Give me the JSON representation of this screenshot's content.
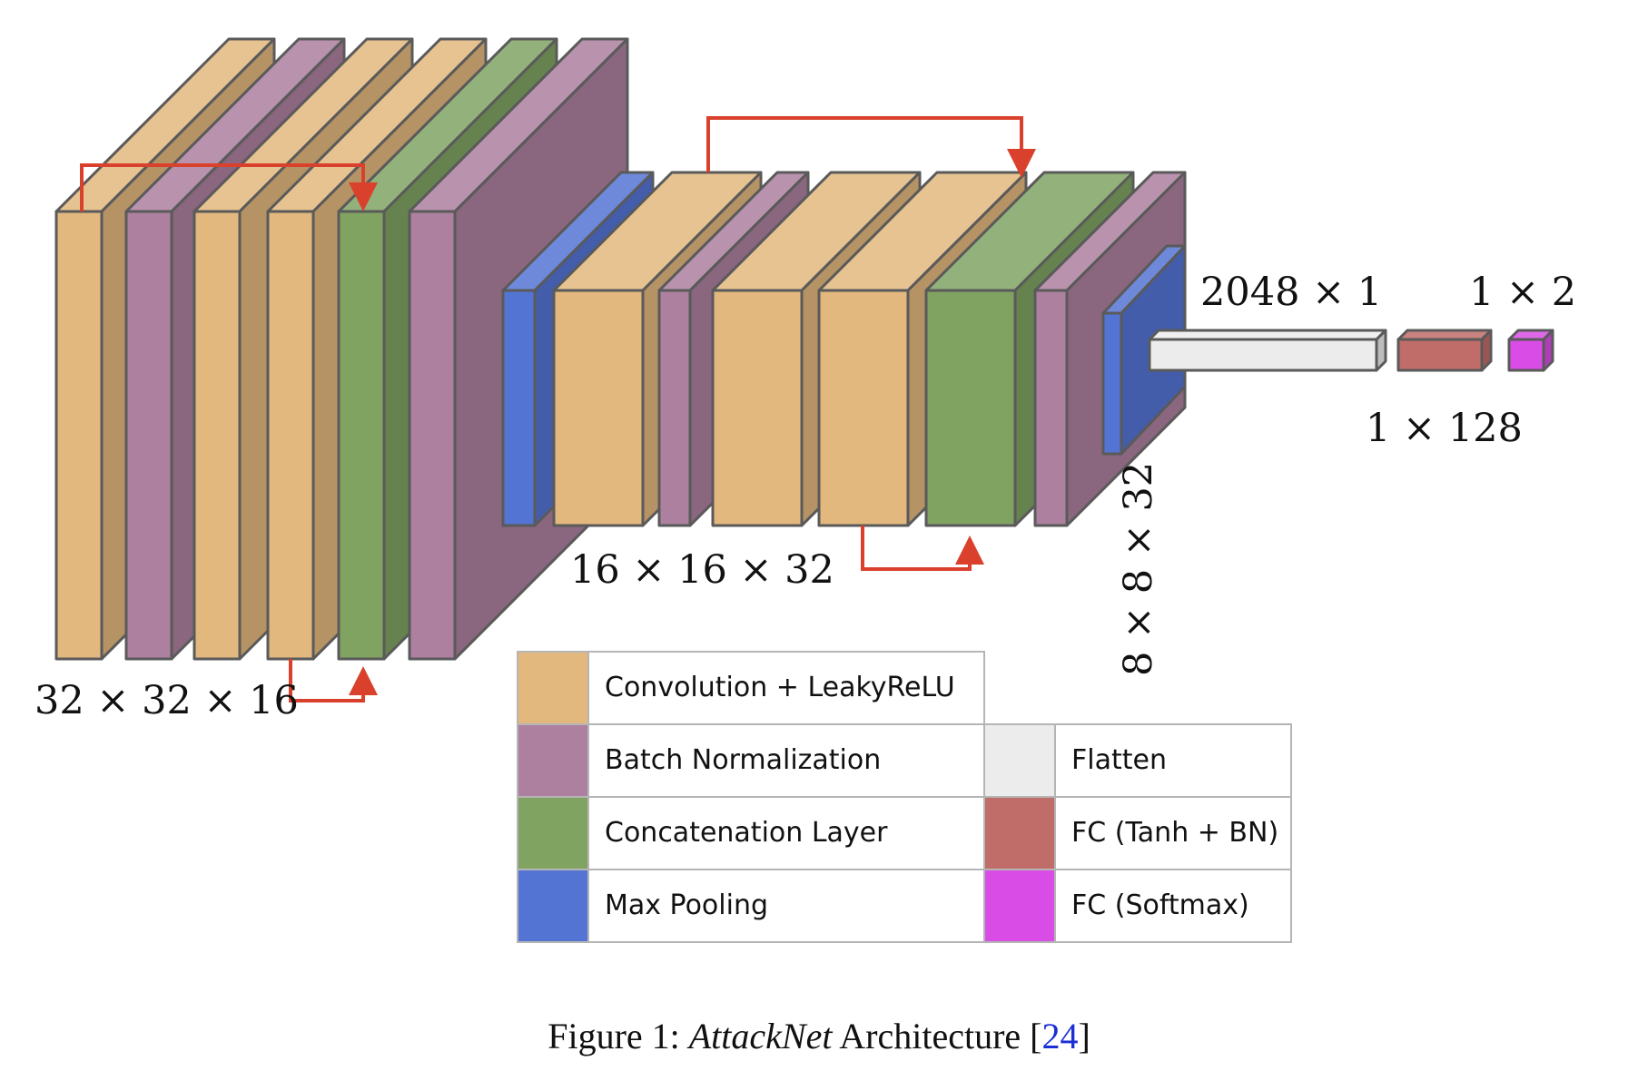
{
  "dimensions": {
    "stage1": "32 × 32 × 16",
    "stage2": "16 × 16 × 32",
    "stage3": "8 × 8 × 32",
    "flatten": "2048 × 1",
    "fc_hidden": "1 × 128",
    "fc_output": "1 × 2"
  },
  "legend": [
    {
      "label": "Convolution + LeakyReLU",
      "color": "#e3b87e"
    },
    {
      "label": "Batch Normalization",
      "color": "#ad809f"
    },
    {
      "label": "Concatenation Layer",
      "color": "#80a362"
    },
    {
      "label": "Max Pooling",
      "color": "#5474d4"
    },
    {
      "label": "Flatten",
      "color": "#ececec"
    },
    {
      "label": "FC (Tanh + BN)",
      "color": "#c06c69"
    },
    {
      "label": "FC (Softmax)",
      "color": "#d94de6"
    }
  ],
  "caption": {
    "prefix": "Figure 1: ",
    "name": "AttackNet",
    "suffix": " Architecture [",
    "ref": "24",
    "close": "]"
  },
  "colors": {
    "conv": "#e3b87e",
    "bn": "#ad809f",
    "concat": "#80a362",
    "pool": "#5474d4",
    "flatten": "#ececec",
    "fc_tanh": "#c06c69",
    "fc_softmax": "#d94de6",
    "arrow": "#d9412d",
    "edge": "#5a5a5a"
  }
}
